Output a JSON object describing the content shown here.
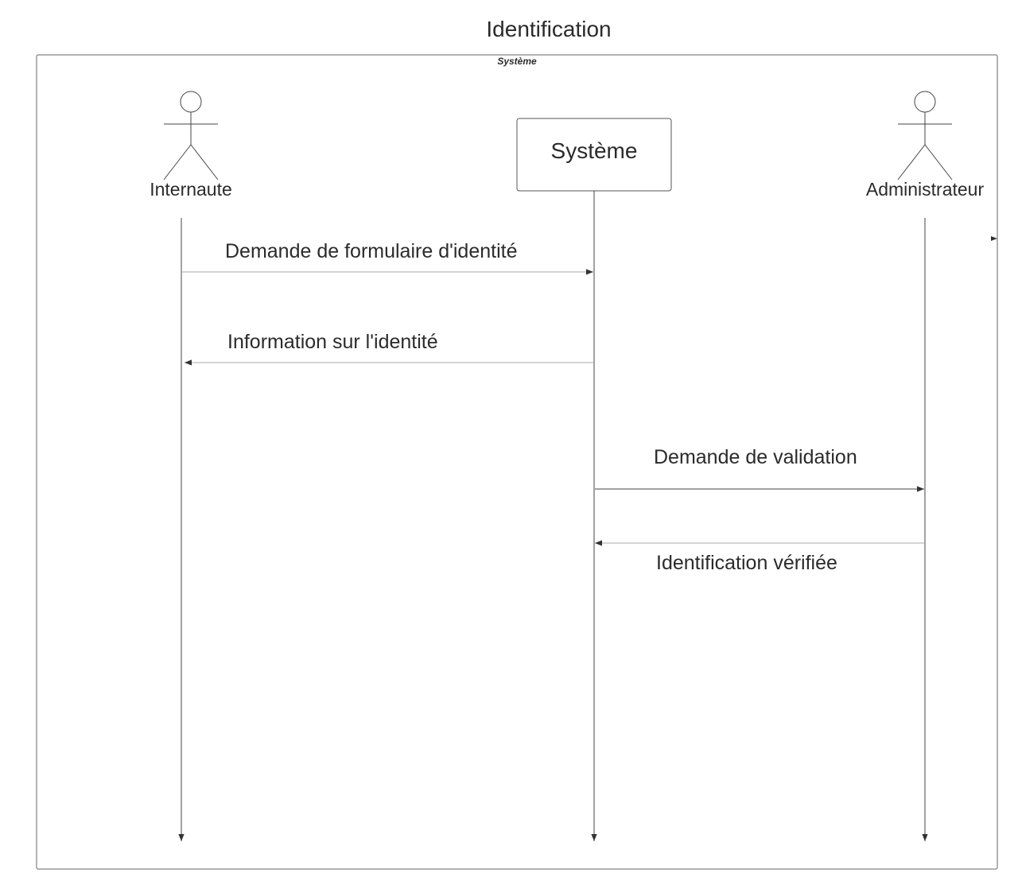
{
  "diagram": {
    "title": "Identification",
    "frame_label": "Système",
    "participants": [
      {
        "id": "internaute",
        "label": "Internaute",
        "kind": "actor"
      },
      {
        "id": "systeme",
        "label": "Système",
        "kind": "box"
      },
      {
        "id": "administrateur",
        "label": "Administrateur",
        "kind": "actor"
      }
    ],
    "messages": [
      {
        "from": "internaute",
        "to": "systeme",
        "label": "Demande de formulaire d'identité"
      },
      {
        "from": "systeme",
        "to": "internaute",
        "label": "Information sur l'identité"
      },
      {
        "from": "systeme",
        "to": "administrateur",
        "label": "Demande de validation"
      },
      {
        "from": "administrateur",
        "to": "systeme",
        "label": "Identification vérifiée"
      }
    ],
    "colors": {
      "stroke": "#555555",
      "text": "#2b2b2b",
      "message_line": "#aaaaaa"
    }
  }
}
